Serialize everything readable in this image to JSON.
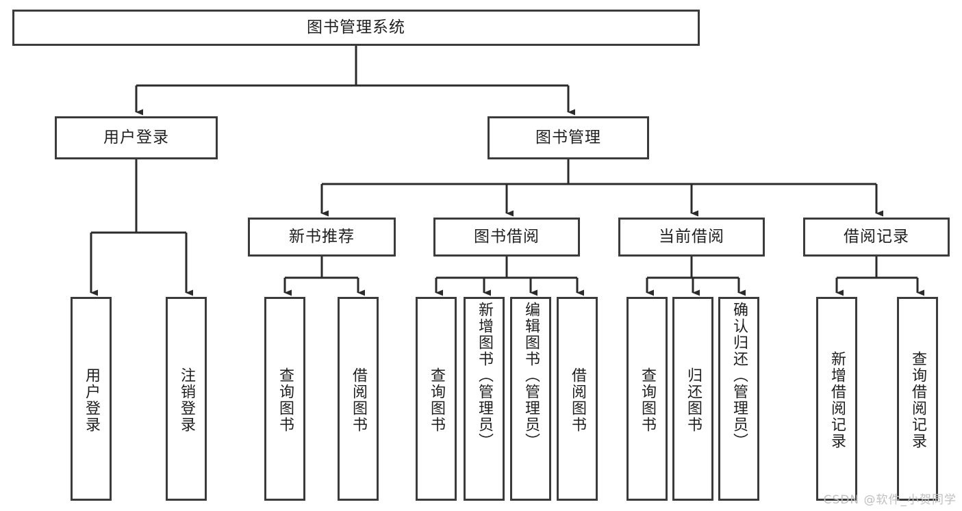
{
  "diagram": {
    "title": "图书管理系统",
    "type": "tree-hierarchy-chart",
    "root": {
      "label": "图书管理系统"
    },
    "tier2": [
      {
        "label": "用户登录"
      },
      {
        "label": "图书管理"
      }
    ],
    "tier3": [
      {
        "label": "新书推荐"
      },
      {
        "label": "图书借阅"
      },
      {
        "label": "当前借阅"
      },
      {
        "label": "借阅记录"
      }
    ],
    "leaves": {
      "user_login": [
        {
          "label": "用户登录"
        },
        {
          "label": "注销登录"
        }
      ],
      "new_book_recommend": [
        {
          "label": "查询图书"
        },
        {
          "label": "借阅图书"
        }
      ],
      "book_borrow": [
        {
          "label": "查询图书"
        },
        {
          "label": "新增图书（管理员）"
        },
        {
          "label": "编辑图书（管理员）"
        },
        {
          "label": "借阅图书"
        }
      ],
      "current_borrow": [
        {
          "label": "查询图书"
        },
        {
          "label": "归还图书"
        },
        {
          "label": "确认归还（管理员）"
        }
      ],
      "borrow_records": [
        {
          "label": "新增借阅记录"
        },
        {
          "label": "查询借阅记录"
        }
      ]
    }
  },
  "watermark": {
    "text": "CSDN @软件_小贺同学"
  },
  "colors": {
    "stroke": "#3b3b3b",
    "line": "#2b2b2b",
    "background": "#ffffff",
    "text": "#1f1f1f",
    "watermark": "#bfbfbf"
  }
}
